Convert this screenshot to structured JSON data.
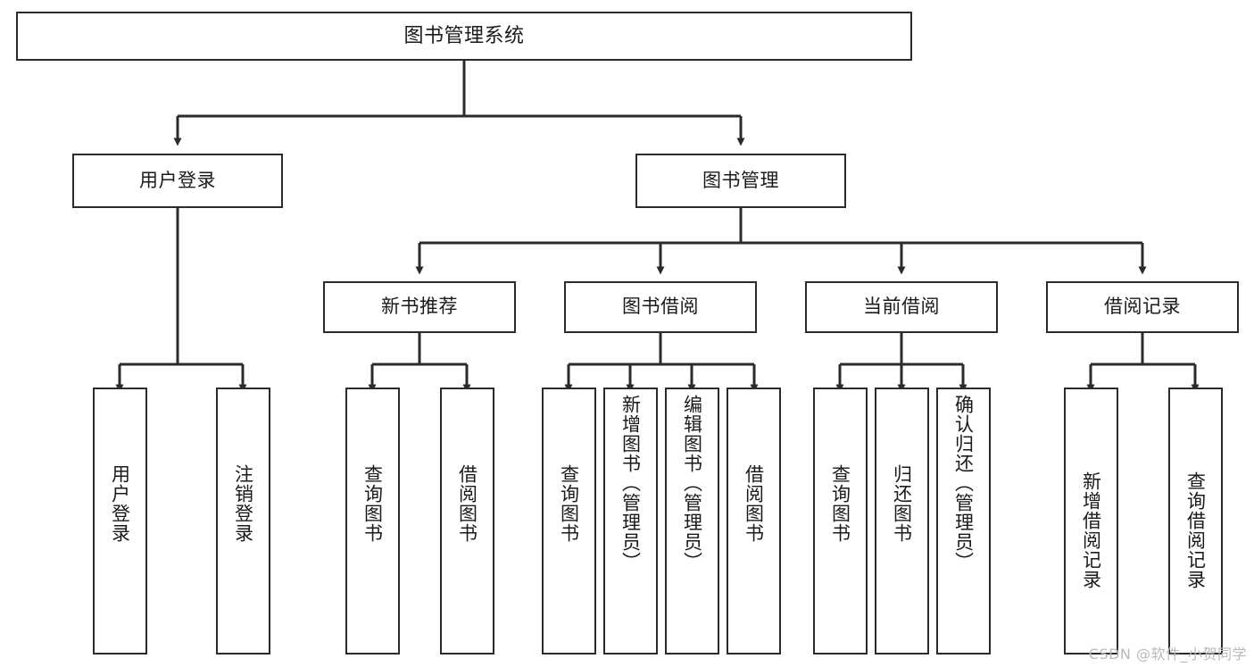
{
  "diagram": {
    "title": "图书管理系统",
    "type": "tree-structure-chart",
    "watermark": "CSDN @软件_小贺同学",
    "colors": {
      "box_border": "#2b2b2b",
      "box_fill": "#ffffff",
      "connector": "#2b2b2b",
      "text": "#1a1a1a",
      "watermark": "#b9b9b9",
      "background": "#ffffff"
    },
    "root": {
      "id": "root",
      "label": "图书管理系统"
    },
    "level2": [
      {
        "id": "user-login",
        "label": "用户登录"
      },
      {
        "id": "book-manage",
        "label": "图书管理"
      }
    ],
    "level3": [
      {
        "id": "new-book-rec",
        "label": "新书推荐"
      },
      {
        "id": "book-borrow",
        "label": "图书借阅"
      },
      {
        "id": "current-borrow",
        "label": "当前借阅"
      },
      {
        "id": "borrow-record",
        "label": "借阅记录"
      }
    ],
    "leaves": {
      "user_login": [
        {
          "id": "leaf-user-login",
          "label": "用户登录"
        },
        {
          "id": "leaf-logout-login",
          "label": "注销登录"
        }
      ],
      "new_book_rec": [
        {
          "id": "leaf-query-book-1",
          "label": "查询图书"
        },
        {
          "id": "leaf-borrow-book-1",
          "label": "借阅图书"
        }
      ],
      "book_borrow": [
        {
          "id": "leaf-query-book-2",
          "label": "查询图书"
        },
        {
          "id": "leaf-add-book",
          "label": "新增图书（管理员）"
        },
        {
          "id": "leaf-edit-book",
          "label": "编辑图书（管理员）"
        },
        {
          "id": "leaf-borrow-book-2",
          "label": "借阅图书"
        }
      ],
      "current_borrow": [
        {
          "id": "leaf-query-book-3",
          "label": "查询图书"
        },
        {
          "id": "leaf-return-book",
          "label": "归还图书"
        },
        {
          "id": "leaf-confirm-return",
          "label": "确认归还（管理员）"
        }
      ],
      "borrow_record": [
        {
          "id": "leaf-add-record",
          "label": "新增借阅记录"
        },
        {
          "id": "leaf-query-record",
          "label": "查询借阅记录"
        }
      ]
    }
  }
}
